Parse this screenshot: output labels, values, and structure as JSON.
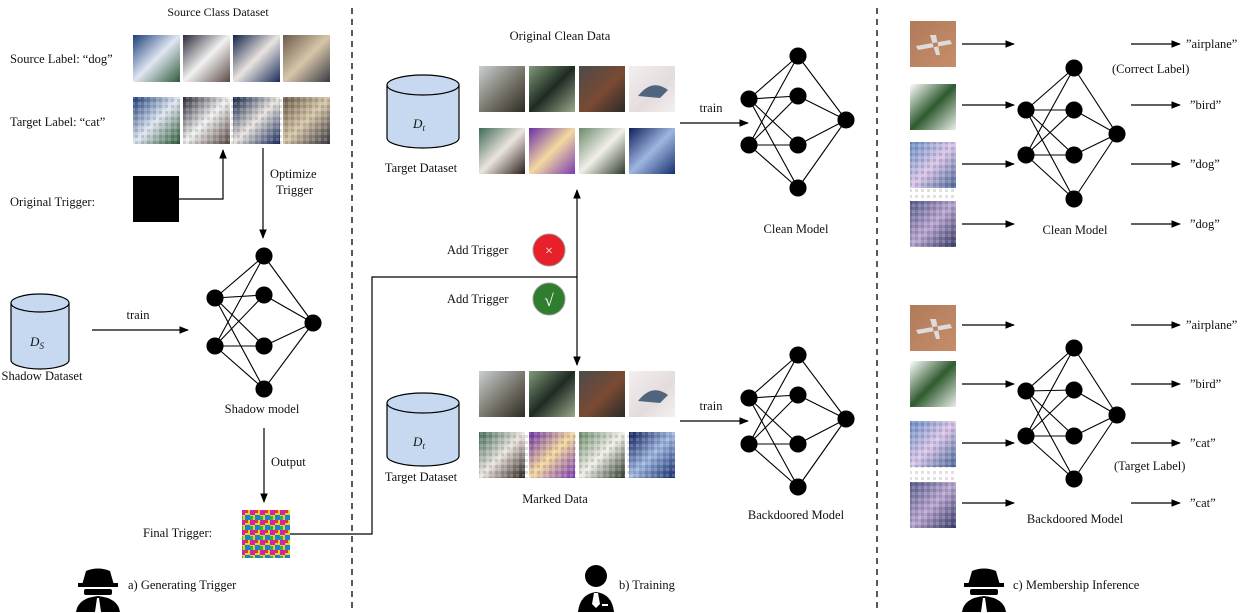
{
  "panel_a": {
    "source_class_dataset": "Source Class Dataset",
    "source_label": "Source Label:",
    "source_label_value": "“dog”",
    "target_label": "Target Label:",
    "target_label_value": "“cat”",
    "optimize_trigger_1": "Optimize",
    "optimize_trigger_2": "Trigger",
    "original_trigger": "Original Trigger:",
    "train": "train",
    "shadow_db_label": "D",
    "shadow_db_sub": "S",
    "shadow_dataset": "Shadow Dataset",
    "shadow_model": "Shadow model",
    "output": "Output",
    "final_trigger": "Final Trigger:",
    "caption": "a)  Generating Trigger"
  },
  "panel_b": {
    "original_clean_data": "Original Clean Data",
    "target_db_label": "D",
    "target_db_sub": "t",
    "target_dataset": "Target Dataset",
    "train": "train",
    "clean_model": "Clean Model",
    "add_trigger_no": "Add Trigger",
    "add_trigger_yes": "Add Trigger",
    "cross_symbol": "×",
    "check_symbol": "√",
    "marked_data": "Marked Data",
    "backdoored_model": "Backdoored Model",
    "caption": "b)  Training"
  },
  "panel_c": {
    "clean": {
      "outputs": [
        "”airplane”",
        "”bird”",
        "”dog”",
        "”dog”"
      ],
      "note": "(Correct Label)",
      "model": "Clean Model"
    },
    "backdoored": {
      "outputs": [
        "”airplane”",
        "”bird”",
        "”cat”",
        "”cat”"
      ],
      "note": "(Target Label)",
      "model": "Backdoored Model"
    },
    "caption": "c)  Membership Inference"
  },
  "colors": {
    "cross_circle": "#e8202a",
    "check_circle": "#2f7d2f",
    "db_fill": "#c6d9f1"
  }
}
